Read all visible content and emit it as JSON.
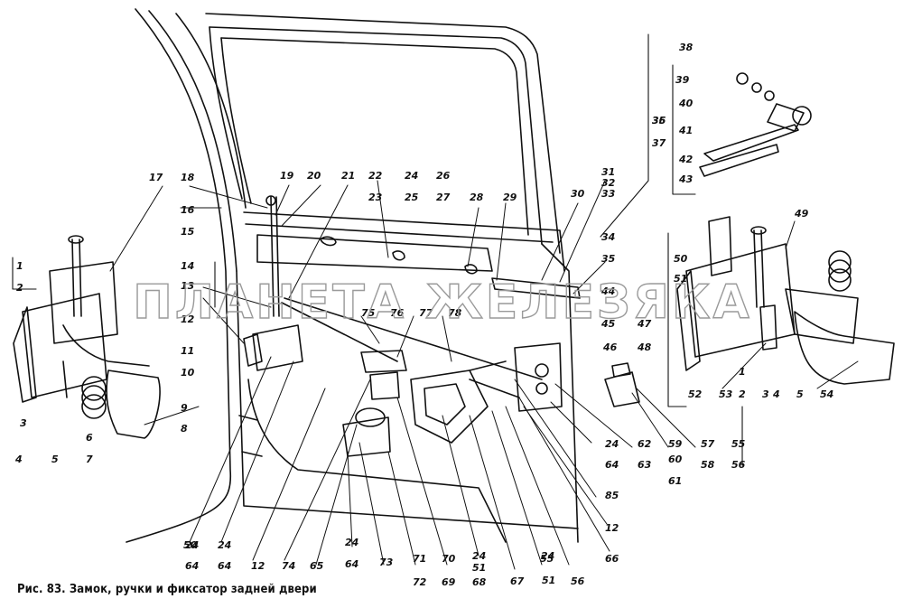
{
  "caption": "Рис. 83. Замок, ручки и фиксатор задней двери",
  "watermark": "ПЛАНЕТА ЖЕЛЕЗЯКА",
  "callouts": [
    {
      "n": "1"
    },
    {
      "n": "2"
    },
    {
      "n": "3"
    },
    {
      "n": "4"
    },
    {
      "n": "5"
    },
    {
      "n": "6"
    },
    {
      "n": "7"
    },
    {
      "n": "8"
    },
    {
      "n": "9"
    },
    {
      "n": "10"
    },
    {
      "n": "11"
    },
    {
      "n": "12"
    },
    {
      "n": "13"
    },
    {
      "n": "14"
    },
    {
      "n": "15"
    },
    {
      "n": "16"
    },
    {
      "n": "17"
    },
    {
      "n": "18"
    },
    {
      "n": "19"
    },
    {
      "n": "20"
    },
    {
      "n": "21"
    },
    {
      "n": "22"
    },
    {
      "n": "23"
    },
    {
      "n": "24"
    },
    {
      "n": "25"
    },
    {
      "n": "26"
    },
    {
      "n": "27"
    },
    {
      "n": "28"
    },
    {
      "n": "29"
    },
    {
      "n": "30"
    },
    {
      "n": "31"
    },
    {
      "n": "32"
    },
    {
      "n": "33"
    },
    {
      "n": "34"
    },
    {
      "n": "35"
    },
    {
      "n": "36"
    },
    {
      "n": "37"
    },
    {
      "n": "38"
    },
    {
      "n": "39"
    },
    {
      "n": "40"
    },
    {
      "n": "41"
    },
    {
      "n": "42"
    },
    {
      "n": "43"
    },
    {
      "n": "44"
    },
    {
      "n": "45"
    },
    {
      "n": "46"
    },
    {
      "n": "47"
    },
    {
      "n": "48"
    },
    {
      "n": "49"
    },
    {
      "n": "50"
    },
    {
      "n": "51"
    },
    {
      "n": "52"
    },
    {
      "n": "53"
    },
    {
      "n": "54"
    },
    {
      "n": "55"
    },
    {
      "n": "56"
    },
    {
      "n": "57"
    },
    {
      "n": "58"
    },
    {
      "n": "59"
    },
    {
      "n": "60"
    },
    {
      "n": "61"
    },
    {
      "n": "62"
    },
    {
      "n": "63"
    },
    {
      "n": "64"
    },
    {
      "n": "65"
    },
    {
      "n": "66"
    },
    {
      "n": "67"
    },
    {
      "n": "68"
    },
    {
      "n": "69"
    },
    {
      "n": "70"
    },
    {
      "n": "71"
    },
    {
      "n": "72"
    },
    {
      "n": "73"
    },
    {
      "n": "74"
    },
    {
      "n": "75"
    },
    {
      "n": "76"
    },
    {
      "n": "77"
    },
    {
      "n": "78"
    },
    {
      "n": "85"
    }
  ]
}
